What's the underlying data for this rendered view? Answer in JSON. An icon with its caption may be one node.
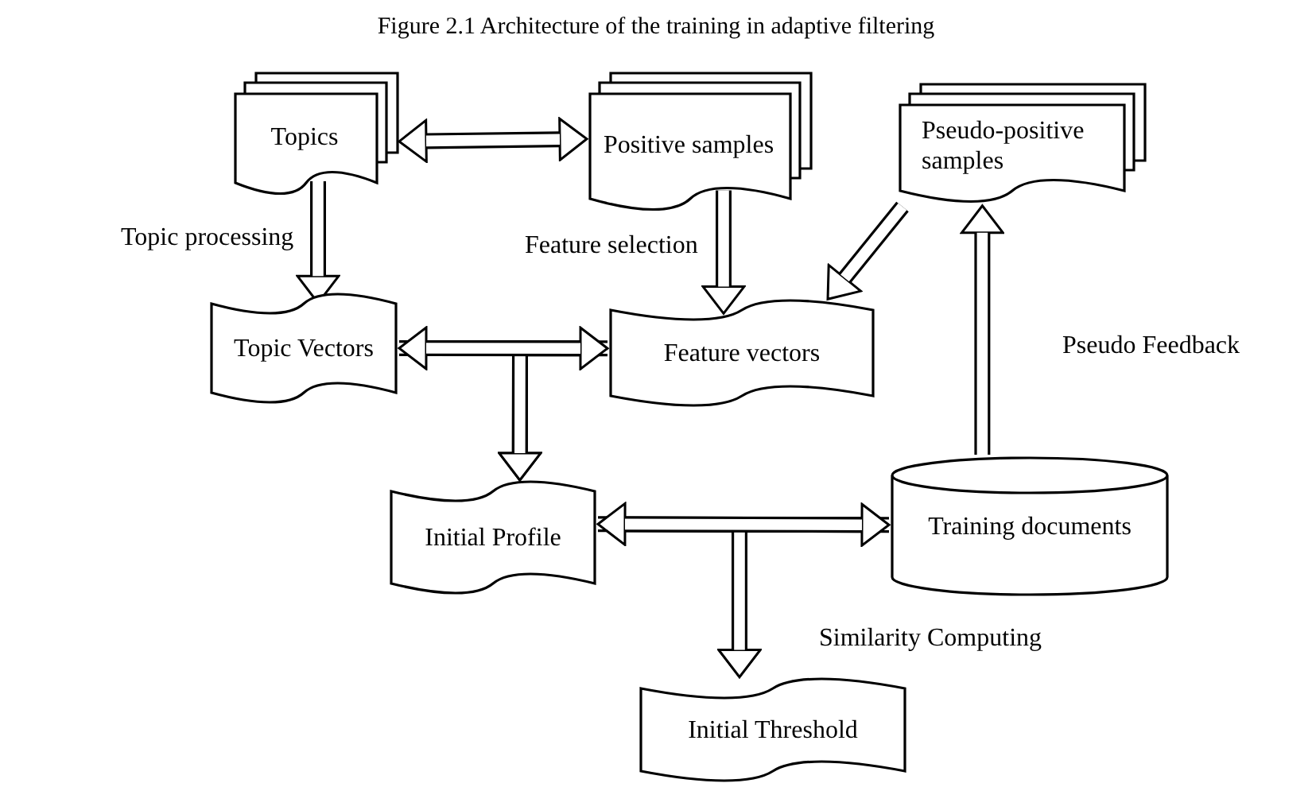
{
  "diagram": {
    "title": "Figure 2.1 Architecture of the training in adaptive filtering",
    "nodes": [
      {
        "text": [
          "Topics"
        ]
      },
      {
        "text": [
          "Positive samples"
        ]
      },
      {
        "text": [
          "Pseudo-positive samples"
        ]
      },
      {
        "text": [
          "Topic Vectors"
        ]
      },
      {
        "text": [
          "Feature vectors"
        ]
      },
      {
        "text": [
          "Initial Profile"
        ]
      },
      {
        "text": [
          "Training documents"
        ]
      },
      {
        "text": [
          "Initial Threshold"
        ]
      }
    ],
    "edges": [
      {
        "from": 0,
        "to": 1,
        "arrow": "both"
      },
      {
        "from": 0,
        "to": 3,
        "arrow": "to",
        "label": "Topic processing"
      },
      {
        "from": 1,
        "to": 4,
        "arrow": "to",
        "label": "Feature selection"
      },
      {
        "from": 2,
        "to": 4,
        "arrow": "to"
      },
      {
        "from": 6,
        "to": 2,
        "arrow": "to",
        "label": "Pseudo Feedback"
      },
      {
        "from": 3,
        "to": 4,
        "arrow": "both"
      },
      {
        "from": 3,
        "to": 5,
        "arrow": "to"
      },
      {
        "from": 4,
        "to": 5,
        "arrow": "to"
      },
      {
        "from": 5,
        "to": 6,
        "arrow": "both"
      },
      {
        "from": 5,
        "to": 7,
        "arrow": "to",
        "label": "Similarity Computing"
      },
      {
        "from": 6,
        "to": 7,
        "arrow": "to"
      }
    ]
  }
}
